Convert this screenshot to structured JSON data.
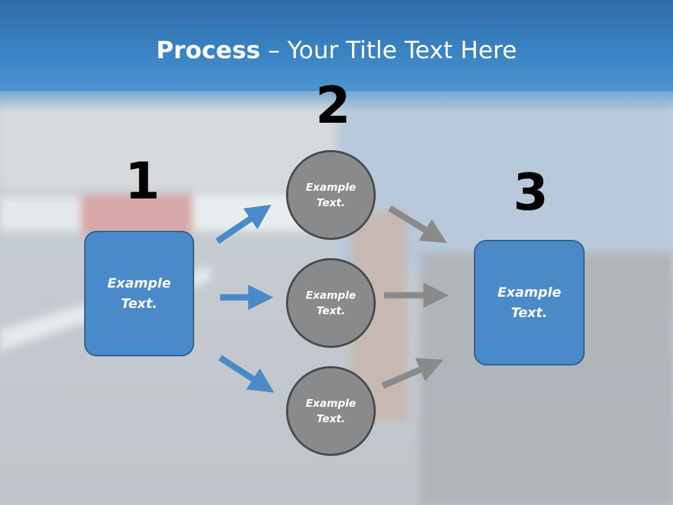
{
  "title": {
    "bold": "Process",
    "rest": " – Your Title Text Here"
  },
  "steps": [
    {
      "number": "1",
      "label": "Example\nText."
    },
    {
      "number": "2",
      "labels": [
        "Example\nText.",
        "Example\nText.",
        "Example\nText."
      ]
    },
    {
      "number": "3",
      "label": "Example\nText."
    }
  ],
  "colors": {
    "header": "#3b84c4",
    "box": "#4a8ac9",
    "circle": "#888a8c",
    "blue_arrow": "#4a8ac9",
    "gray_arrow": "#8a8a8a"
  }
}
